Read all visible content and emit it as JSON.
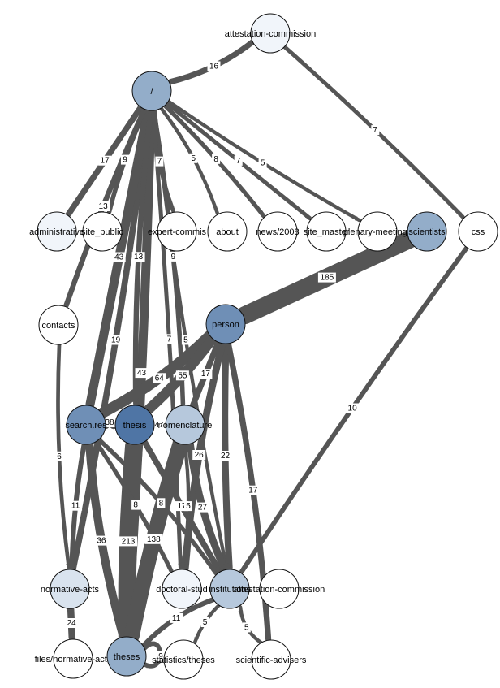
{
  "colors": {
    "edge": "#555555",
    "node_stroke": "#111111",
    "node_levels": [
      "#ffffff",
      "#f1f5fa",
      "#d9e3ee",
      "#b6c8dc",
      "#93adc9",
      "#6f8fb6",
      "#4f75a5"
    ]
  },
  "nodes": [
    {
      "id": "attestation-commission",
      "label": "attestation-commission",
      "level": 1
    },
    {
      "id": "root",
      "label": "/",
      "level": 4
    },
    {
      "id": "administrative",
      "label": "administrative",
      "level": 1
    },
    {
      "id": "site_public",
      "label": "site_public",
      "level": 0
    },
    {
      "id": "expert-commis",
      "label": "expert-commis",
      "level": 0
    },
    {
      "id": "about",
      "label": "about",
      "level": 0
    },
    {
      "id": "news2008",
      "label": "news/2008",
      "level": 0
    },
    {
      "id": "site_master",
      "label": "site_master",
      "level": 0
    },
    {
      "id": "plenary-meetings",
      "label": "plenary-meetings",
      "level": 0
    },
    {
      "id": "scientists",
      "label": "scientists",
      "level": 4
    },
    {
      "id": "css",
      "label": "css",
      "level": 0
    },
    {
      "id": "contacts",
      "label": "contacts",
      "level": 0
    },
    {
      "id": "person",
      "label": "person",
      "level": 5
    },
    {
      "id": "search-res",
      "label": "search.res",
      "level": 5
    },
    {
      "id": "thesis",
      "label": "thesis",
      "level": 6
    },
    {
      "id": "nomenclature",
      "label": "nomenclature",
      "level": 3
    },
    {
      "id": "normative-acts",
      "label": "normative-acts",
      "level": 2
    },
    {
      "id": "doctoral-stud",
      "label": "doctoral-stud",
      "level": 1
    },
    {
      "id": "institutions",
      "label": "institutions",
      "level": 3
    },
    {
      "id": "attestation-commission-2",
      "label": "attestation-commission",
      "level": 0
    },
    {
      "id": "files-normative-acts",
      "label": "files/normative-acts",
      "level": 0
    },
    {
      "id": "theses",
      "label": "theses",
      "level": 4
    },
    {
      "id": "statistics-theses",
      "label": "statistics/theses",
      "level": 0
    },
    {
      "id": "scientific-advisers",
      "label": "scientific-advisers",
      "level": 0
    }
  ],
  "edges": [
    {
      "from": "attestation-commission",
      "to": "root",
      "weight": 16,
      "label": "16"
    },
    {
      "from": "attestation-commission",
      "to": "css",
      "weight": 7,
      "label": "7"
    },
    {
      "from": "root",
      "to": "administrative",
      "weight": 17,
      "label": "17"
    },
    {
      "from": "root",
      "to": "site_public",
      "weight": 9,
      "label": "9"
    },
    {
      "from": "root",
      "to": "expert-commis",
      "weight": 7,
      "label": "7"
    },
    {
      "from": "root",
      "to": "about",
      "weight": 5,
      "label": "5"
    },
    {
      "from": "root",
      "to": "news2008",
      "weight": 8,
      "label": "8"
    },
    {
      "from": "root",
      "to": "site_master",
      "weight": 7,
      "label": "7"
    },
    {
      "from": "root",
      "to": "plenary-meetings",
      "weight": 5,
      "label": "5"
    },
    {
      "from": "root",
      "to": "institutions",
      "weight": 5,
      "label": "5"
    },
    {
      "from": "root",
      "to": "normative-acts",
      "weight": 19,
      "label": "19"
    },
    {
      "from": "root",
      "to": "theses",
      "weight": 43,
      "label": "43"
    },
    {
      "from": "root",
      "to": "search-res",
      "weight": 43,
      "label": "43"
    },
    {
      "from": "root",
      "to": "contacts",
      "weight": 13,
      "label": "13"
    },
    {
      "from": "root",
      "to": "thesis",
      "weight": 13,
      "label": "13"
    },
    {
      "from": "root",
      "to": "nomenclature",
      "weight": 9,
      "label": "9"
    },
    {
      "from": "root",
      "to": "doctoral-stud",
      "weight": 7,
      "label": "7"
    },
    {
      "from": "scientists",
      "to": "person",
      "weight": 185,
      "label": "185"
    },
    {
      "from": "css",
      "to": "institutions",
      "weight": 10,
      "label": "10"
    },
    {
      "from": "contacts",
      "to": "normative-acts",
      "weight": 6,
      "label": "6"
    },
    {
      "from": "person",
      "to": "search-res",
      "weight": 64,
      "label": "64"
    },
    {
      "from": "person",
      "to": "thesis",
      "weight": 55,
      "label": "55"
    },
    {
      "from": "person",
      "to": "nomenclature",
      "weight": 17,
      "label": "17"
    },
    {
      "from": "person",
      "to": "institutions",
      "weight": 22,
      "label": "22"
    },
    {
      "from": "person",
      "to": "doctoral-stud",
      "weight": 26,
      "label": "26"
    },
    {
      "from": "person",
      "to": "scientific-advisers",
      "weight": 17,
      "label": "17"
    },
    {
      "from": "search-res",
      "to": "thesis",
      "weight": 38,
      "label": "38"
    },
    {
      "from": "thesis",
      "to": "nomenclature",
      "weight": 47,
      "label": "47"
    },
    {
      "from": "search-res",
      "to": "normative-acts",
      "weight": 11,
      "label": "11"
    },
    {
      "from": "search-res",
      "to": "theses",
      "weight": 36,
      "label": "36"
    },
    {
      "from": "search-res",
      "to": "institutions",
      "weight": 8,
      "label": "8"
    },
    {
      "from": "theses",
      "to": "thesis",
      "weight": 213,
      "label": "213"
    },
    {
      "from": "thesis",
      "to": "institutions",
      "weight": 17,
      "label": "17"
    },
    {
      "from": "nomenclature",
      "to": "theses",
      "weight": 138,
      "label": "138"
    },
    {
      "from": "nomenclature",
      "to": "institutions",
      "weight": 27,
      "label": "27"
    },
    {
      "from": "nomenclature",
      "to": "doctoral-stud",
      "weight": 5,
      "label": "5"
    },
    {
      "from": "search-res",
      "to": "doctoral-stud",
      "weight": 8,
      "label": "8"
    },
    {
      "from": "normative-acts",
      "to": "files-normative-acts",
      "weight": 24,
      "label": "24"
    },
    {
      "from": "institutions",
      "to": "statistics-theses",
      "weight": 5,
      "label": "5"
    },
    {
      "from": "institutions",
      "to": "theses",
      "weight": 11,
      "label": "11"
    },
    {
      "from": "scientific-advisers",
      "to": "institutions",
      "weight": 5,
      "label": "5"
    },
    {
      "from": "theses",
      "to": "theses",
      "weight": 9,
      "label": "9"
    }
  ]
}
